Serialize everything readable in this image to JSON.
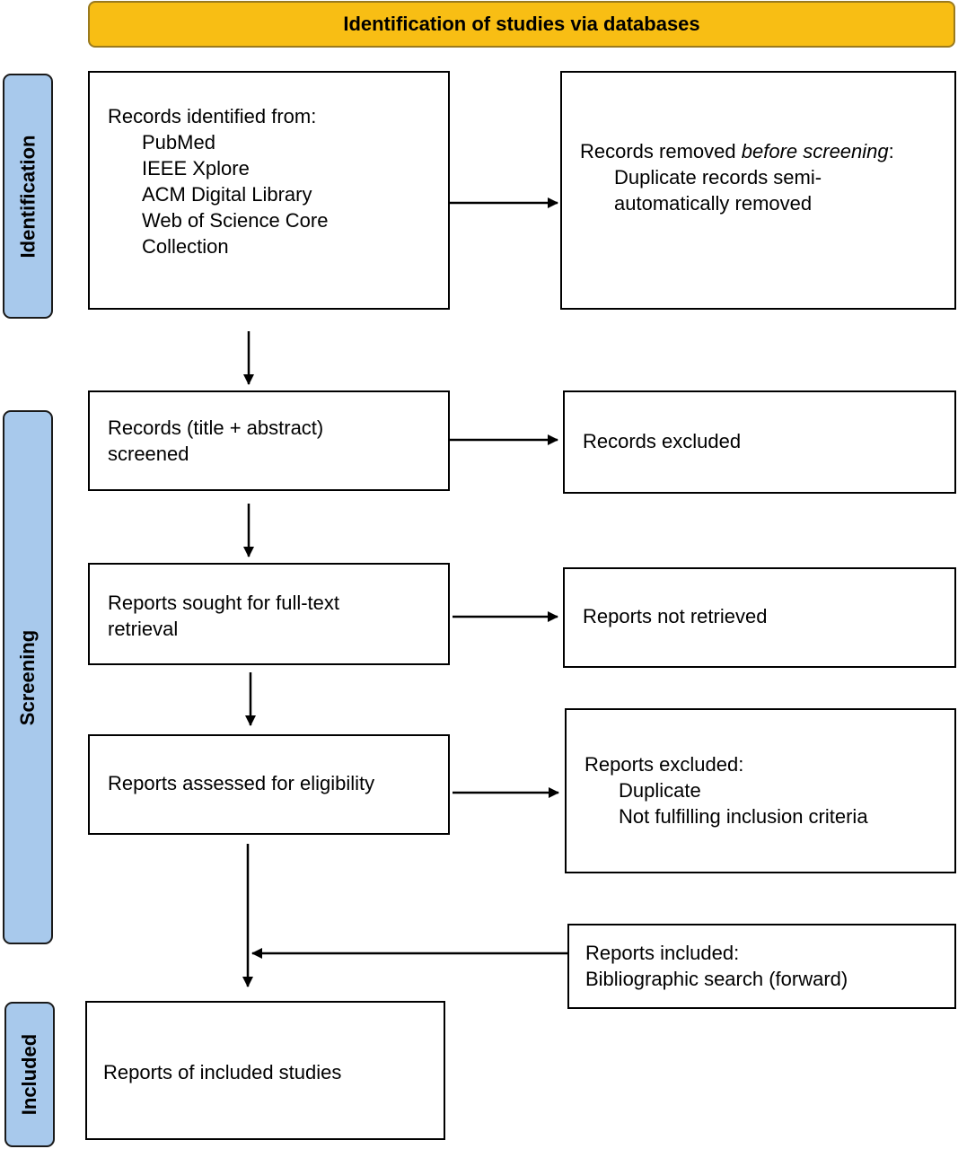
{
  "header": {
    "title": "Identification of studies via databases"
  },
  "phases": {
    "identification": "Identification",
    "screening": "Screening",
    "included": "Included"
  },
  "boxes": {
    "records_identified": {
      "title": "Records identified from:",
      "sources": [
        "PubMed",
        "IEEE Xplore",
        "ACM Digital Library",
        "Web of Science Core",
        "Collection"
      ]
    },
    "records_removed": {
      "title_prefix": "Records removed ",
      "title_emphasis": "before screening",
      "title_suffix": ":",
      "items": [
        "Duplicate records semi-",
        "automatically removed"
      ]
    },
    "records_screened": {
      "lines": [
        "Records (title + abstract)",
        "screened"
      ]
    },
    "records_excluded": {
      "text": "Records excluded"
    },
    "reports_sought": {
      "lines": [
        "Reports sought for full-text",
        "retrieval"
      ]
    },
    "reports_not_retrieved": {
      "text": "Reports not retrieved"
    },
    "reports_assessed": {
      "text": "Reports assessed for eligibility"
    },
    "reports_excluded": {
      "title": "Reports excluded:",
      "items": [
        "Duplicate",
        "Not fulfilling inclusion criteria"
      ]
    },
    "reports_included_other": {
      "lines": [
        "Reports included:",
        "Bibliographic search (forward)"
      ]
    },
    "included_studies": {
      "text": "Reports of included studies"
    }
  },
  "colors": {
    "header_fill": "#F8BE14",
    "phase_fill": "#A8C9EC",
    "box_border": "#000000"
  }
}
